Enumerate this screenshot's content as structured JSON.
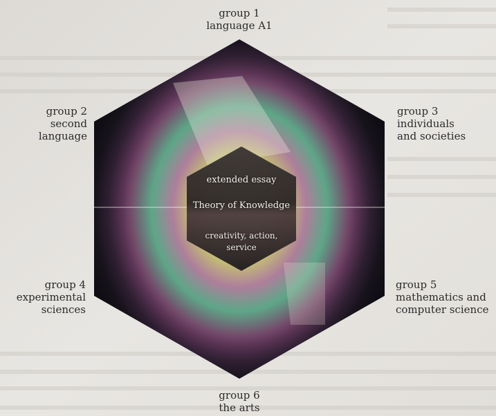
{
  "diagram": {
    "groups": [
      {
        "id": "g1",
        "line1": "group 1",
        "line2": "language A1"
      },
      {
        "id": "g2",
        "line1": "group 2",
        "line2": "second",
        "line3": "language"
      },
      {
        "id": "g3",
        "line1": "group 3",
        "line2": "individuals",
        "line3": "and societies"
      },
      {
        "id": "g4",
        "line1": "group 4",
        "line2": "experimental",
        "line3": "sciences"
      },
      {
        "id": "g5",
        "line1": "group 5",
        "line2": "mathematics and",
        "line3": "computer science"
      },
      {
        "id": "g6",
        "line1": "group 6",
        "line2": "the arts"
      }
    ],
    "core": {
      "item1": "extended essay",
      "item2": "Theory of Knowledge",
      "item3": "creativity, action,",
      "item4": "service"
    }
  }
}
